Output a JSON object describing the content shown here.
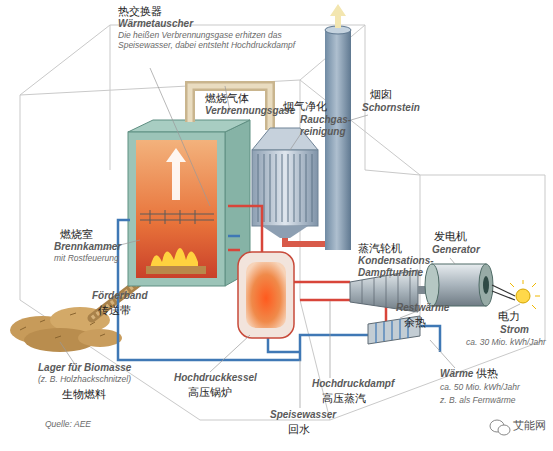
{
  "diagram": {
    "labels": [
      "热交换器",
      "Wärmetauscher",
      "Die heißen Verbrennungsgase erhitzen das Speisewasser, dabei entsteht Hochdruckdampf",
      "燃烧气体",
      "Verbrennungsgase",
      "烟气净化",
      "Rauchgas- reinigung",
      "烟囱",
      "Schornstein",
      "燃烧室",
      "Brennkammer",
      "mit Rostfeuerung",
      "蒸汽轮机",
      "Kondensations- Dampfturbine",
      "发电机",
      "Generator",
      "Förderband",
      "传送带",
      "Restwärme",
      "余热",
      "电力",
      "Strom",
      "ca. 30 Mio. kWh/Jahr",
      "Lager für Biomasse",
      "(z. B. Holzhackschnitzel)",
      "生物燃料",
      "Hochdruckkessel",
      "高压锅炉",
      "Hochdruckdampf",
      "高压蒸汽",
      "Wärme",
      "供热",
      "ca. 50 Mio. kWh/Jahr",
      "z. B. als Fernwärme",
      "Quelle: AEE",
      "Speisewasser",
      "回水",
      "艾能网"
    ]
  }
}
